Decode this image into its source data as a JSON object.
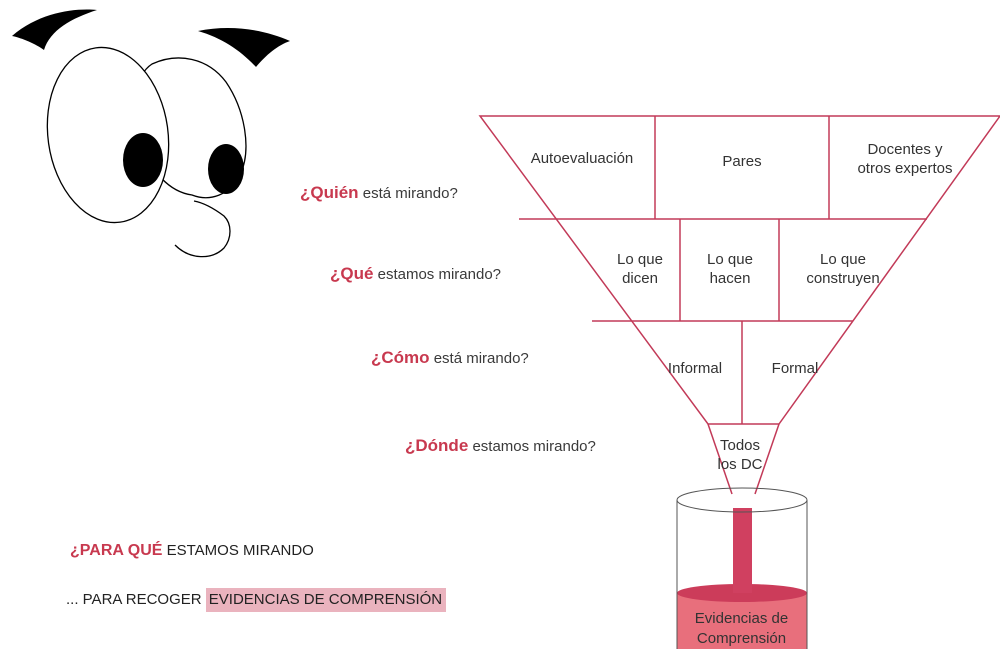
{
  "colors": {
    "accent": "#c8394f",
    "funnel_line": "#c23a58",
    "liquid": "#d04060",
    "liquid_light": "#e86f7c",
    "highlight": "#eab3be"
  },
  "questions": [
    {
      "keyword": "¿Quién",
      "rest": " está mirando?"
    },
    {
      "keyword": "¿Qué",
      "rest": " estamos mirando?"
    },
    {
      "keyword": "¿Cómo",
      "rest": " está mirando?"
    },
    {
      "keyword": "¿Dónde",
      "rest": " estamos mirando?"
    }
  ],
  "funnel": {
    "row1": [
      "Autoevaluación",
      "Pares",
      "Docentes y\notros expertos"
    ],
    "row2": [
      "Lo que\ndicen",
      "Lo que\nhacen",
      "Lo que\nconstruyen"
    ],
    "row3": [
      "Informal",
      "Formal"
    ],
    "row4": [
      "Todos\nlos DC"
    ]
  },
  "bucket_label": "Evidencias de\nComprensión",
  "purpose": {
    "question_keyword": "¿PARA QUÉ",
    "question_rest": " ESTAMOS MIRANDO",
    "answer_prefix": "... PARA RECOGER ",
    "answer_highlight": "EVIDENCIAS DE COMPRENSIÓN"
  }
}
